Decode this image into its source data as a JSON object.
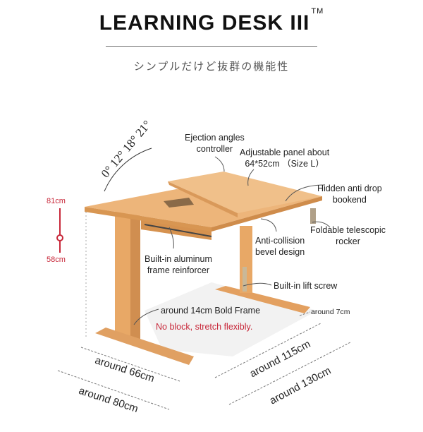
{
  "header": {
    "title": "LEARNING DESK III",
    "trademark": "TM",
    "subtitle": "シンプルだけど抜群の機能性"
  },
  "angles": [
    "0°",
    "12°",
    "18°",
    "21°"
  ],
  "height_range": {
    "max": "81cm",
    "min": "58cm"
  },
  "callouts": {
    "ejection": [
      "Ejection angles",
      "controller"
    ],
    "panel": [
      "Adjustable panel about",
      "64*52cm （Size L）"
    ],
    "bookend": [
      "Hidden anti drop",
      "bookend"
    ],
    "rocker": [
      "Foldable telescopic",
      "rocker"
    ],
    "bevel": [
      "Anti-collision",
      "bevel design"
    ],
    "aluminum": [
      "Built-in aluminum",
      "frame reinforcer"
    ],
    "lift_screw": "Built-in lift screw",
    "bold_frame": "around 14cm Bold Frame",
    "stretch": "No block, stretch flexibly.",
    "around7": "around 7cm"
  },
  "dimensions": {
    "d66": "around 66cm",
    "d80": "around 80cm",
    "d115": "around 115cm",
    "d130": "around 130cm"
  },
  "colors": {
    "wood": "#e8a866",
    "wood_dark": "#c98547",
    "accent_red": "#c8283a"
  }
}
